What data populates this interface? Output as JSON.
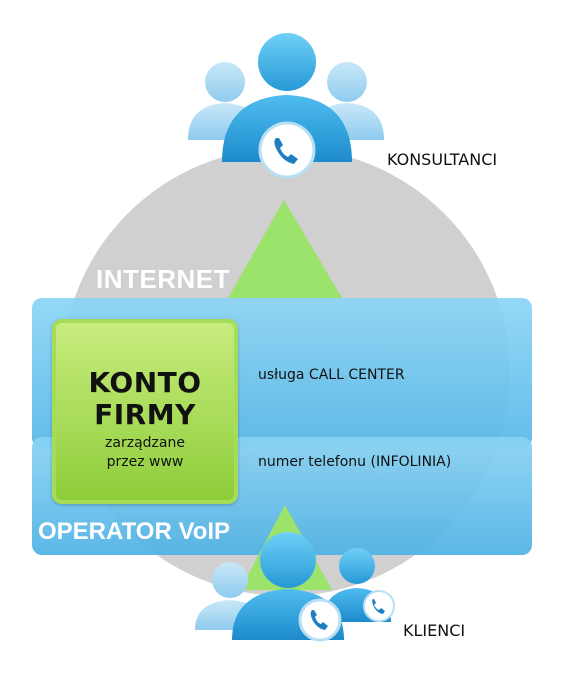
{
  "labels": {
    "internet": "INTERNET",
    "operator": "OPERATOR VoIP",
    "consultants": "KONSULTANCI",
    "clients": "KLIENCI",
    "service": "usługa CALL CENTER",
    "phone_number": "numer telefonu (INFOLINIA)"
  },
  "account_box": {
    "title_line1": "KONTO",
    "title_line2": "FIRMY",
    "subtitle_line1": "zarządzane",
    "subtitle_line2": "przez www"
  },
  "icons": {
    "consultants": "consultant-group-phone-icon",
    "clients": "client-group-phone-icon"
  },
  "colors": {
    "circle": "#d0d0d0",
    "band": "#6cc4ee",
    "box": "#a6dd58",
    "triangle": "#9be36a",
    "person_blue": "#2b9fd8",
    "person_light": "#a9d8f3"
  }
}
